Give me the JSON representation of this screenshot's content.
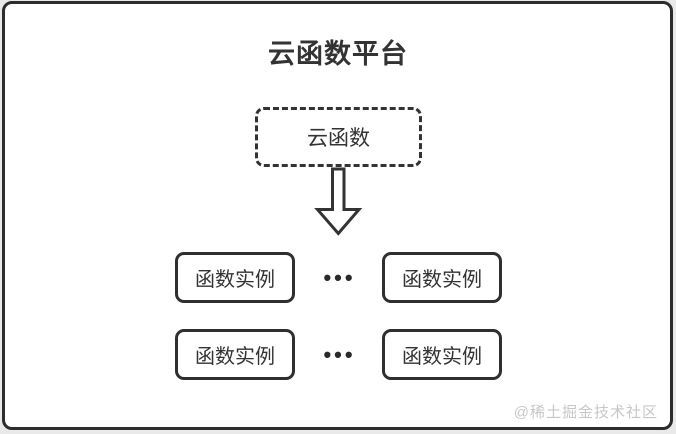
{
  "diagram": {
    "title": "云函数平台",
    "cloud_function": {
      "label": "云函数"
    },
    "rows": [
      {
        "left": "函数实例",
        "right": "函数实例"
      },
      {
        "left": "函数实例",
        "right": "函数实例"
      }
    ],
    "ellipsis": "•••",
    "watermark": "@稀土掘金技术社区",
    "icons": {
      "down_arrow": "hollow-down-arrow"
    },
    "colors": {
      "stroke": "#333333",
      "text": "#333333",
      "frame": "#2d2d2d",
      "watermark": "#c7c7c7",
      "card_bg": "#ffffff",
      "page_bg": "#e9e9e9"
    }
  }
}
